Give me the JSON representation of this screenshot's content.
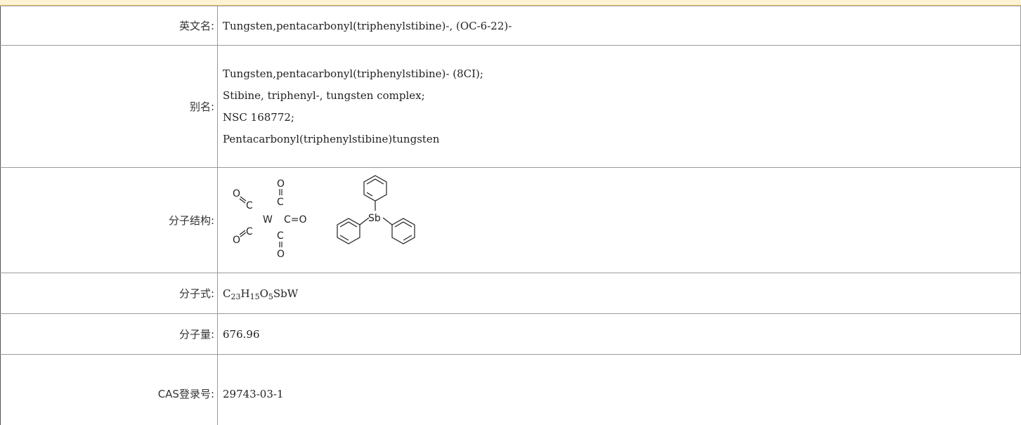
{
  "rows": {
    "english_name": {
      "label": "英文名:",
      "value": "Tungsten,pentacarbonyl(triphenylstibine)-, (OC-6-22)-"
    },
    "aliases": {
      "label": "别名:",
      "values": [
        "Tungsten,pentacarbonyl(triphenylstibine)- (8CI);",
        "Stibine, triphenyl-, tungsten complex;",
        "NSC 168772;",
        "Pentacarbonyl(triphenylstibine)tungsten"
      ]
    },
    "structure": {
      "label": "分子结构:",
      "atoms": {
        "o": "O",
        "c": "C",
        "w": "W",
        "co_right": "C=O",
        "sb": "Sb"
      }
    },
    "formula": {
      "label": "分子式:",
      "parts": [
        {
          "el": "C",
          "n": "23"
        },
        {
          "el": "H",
          "n": "15"
        },
        {
          "el": "O",
          "n": "5"
        },
        {
          "el": "SbW",
          "n": ""
        }
      ]
    },
    "molecular_weight": {
      "label": "分子量:",
      "value": "676.96"
    },
    "cas": {
      "label": "CAS登录号:",
      "value": "29743-03-1"
    }
  }
}
